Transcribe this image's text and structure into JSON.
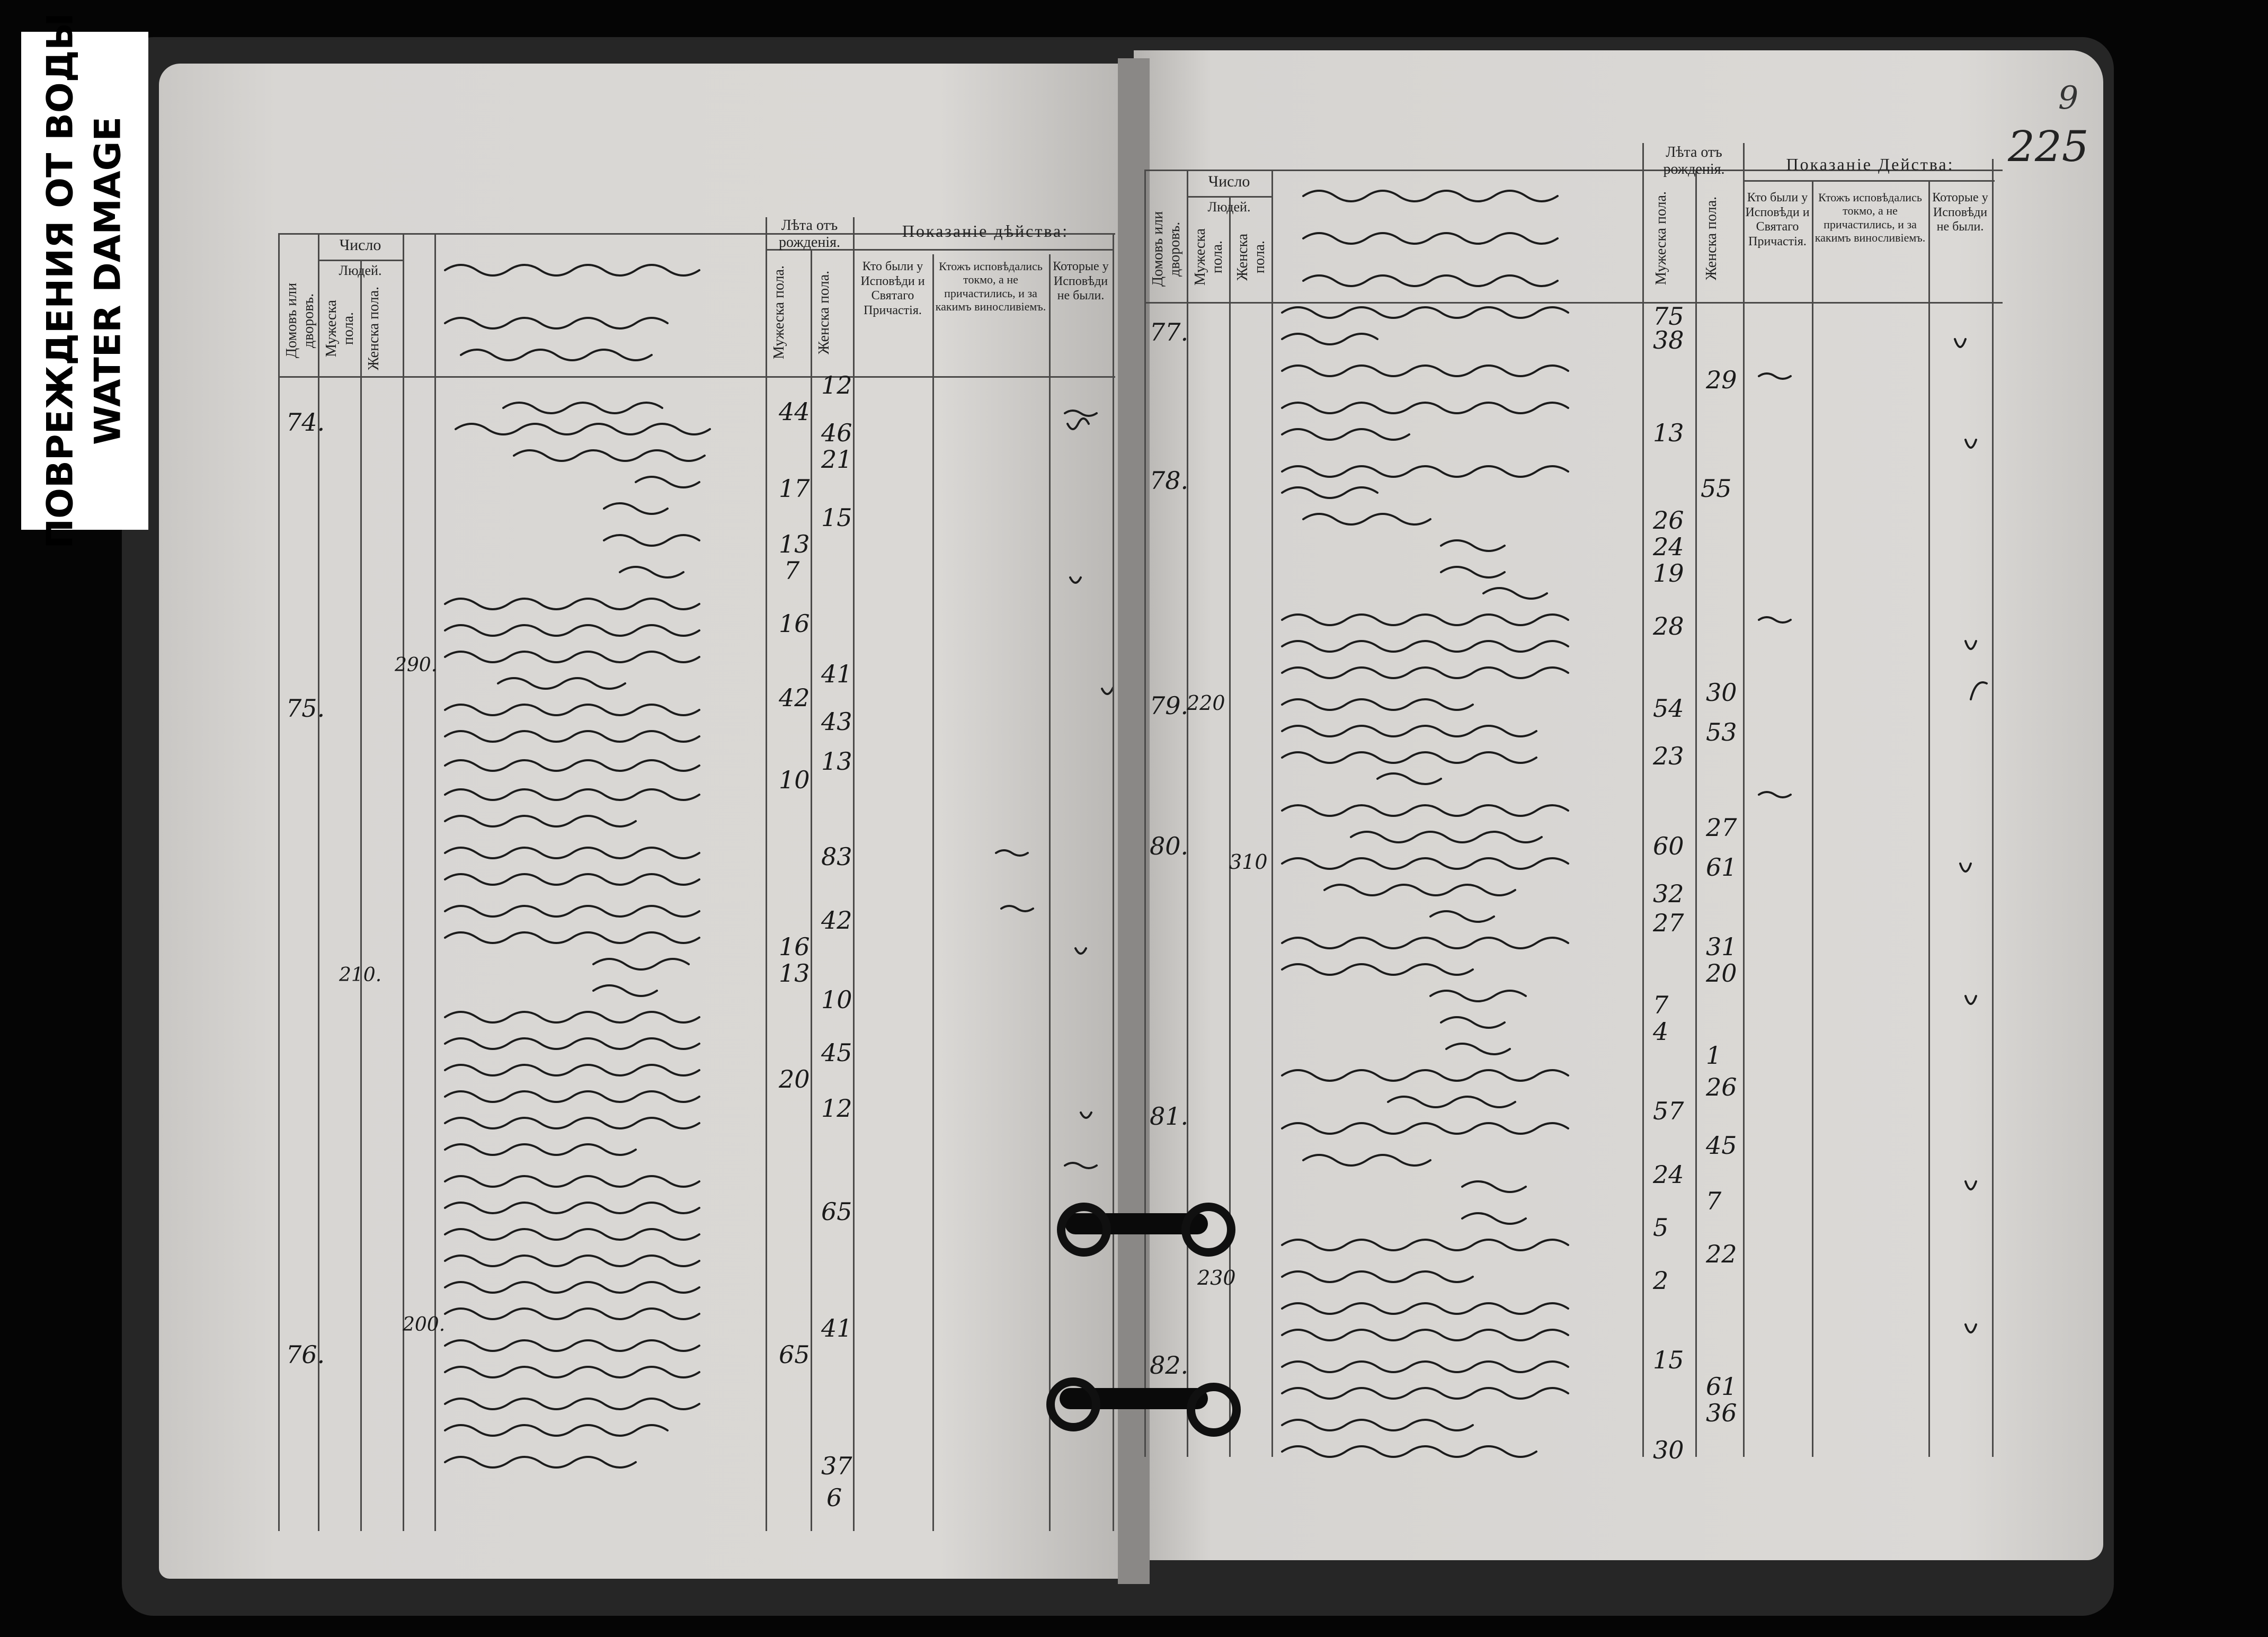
{
  "stamp": {
    "line1": "ПОВРЕЖДЕНИЯ ОТ ВОДЫ",
    "line2": "WATER DAMAGE"
  },
  "page_number": "225",
  "page_number_top": "9",
  "left_header": {
    "chislo": "Число",
    "lyudey": "Людей.",
    "domov": "Домовъ или дворовъ.",
    "muzh": "Мужеска пола.",
    "zhen": "Женска пола.",
    "leta": "Лѣта отъ рожденія.",
    "leta_muzh": "Мужеска пола.",
    "leta_zhen": "Женска пола.",
    "pokazanie": "Показаніе дѣйства:",
    "col1": "Кто были у Исповѣди и Святаго Причастія.",
    "col2": "Ктожъ исповѣдались токмо, а не причастились, и за какимъ виносливіемъ.",
    "col3": "Которые у Исповѣди не были."
  },
  "right_header": {
    "chislo": "Число",
    "lyudey": "Людей.",
    "domov": "Домовъ или дворовъ.",
    "muzh": "Мужеска пола.",
    "zhen": "Женска пола.",
    "leta": "Лѣта отъ рожденія.",
    "leta_muzh": "Мужеска пола.",
    "leta_zhen": "Женска пола.",
    "pokazanie": "Показаніе Действа:",
    "col1": "Кто были у Исповѣди и Святаго Причастія.",
    "col2": "Ктожъ исповѣдались токмо, а не причастились, и за какимъ виносливіемъ.",
    "col3": "Которые у Исповѣди не были."
  },
  "left_house_numbers": [
    "74.",
    "75.",
    "76."
  ],
  "left_totals": [
    "290.",
    "210.",
    "200."
  ],
  "right_house_numbers": [
    "77.",
    "78.",
    "79.",
    "80.",
    "81.",
    "82."
  ],
  "right_totals": [
    "220",
    "310",
    "230"
  ],
  "left_ages": [
    "12",
    "44",
    "46",
    "21",
    "17",
    "15",
    "13",
    "7",
    "16",
    "41",
    "42",
    "43",
    "13",
    "10",
    "83",
    "42",
    "16",
    "13",
    "10",
    "45",
    "20",
    "12",
    "65",
    "41",
    "65",
    "37",
    "6"
  ],
  "right_ages": [
    "75",
    "38",
    "29",
    "13",
    "55",
    "26",
    "24",
    "19",
    "28",
    "30",
    "54",
    "53",
    "23",
    "27",
    "60",
    "61",
    "32",
    "27",
    "31",
    "20",
    "7",
    "4",
    "1",
    "26",
    "57",
    "45",
    "24",
    "7",
    "5",
    "22",
    "2",
    "15",
    "61",
    "36",
    "30"
  ]
}
